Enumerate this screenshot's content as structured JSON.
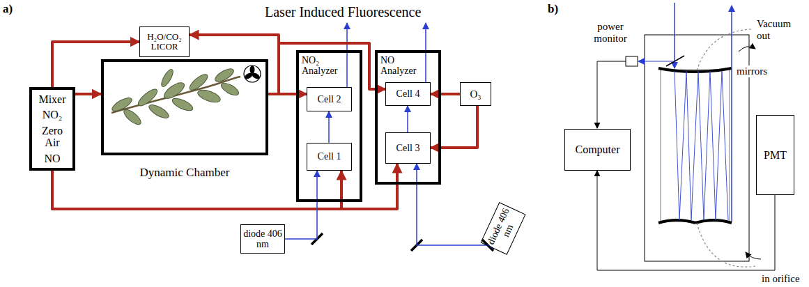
{
  "diagram": {
    "nodes": [
      {
        "text": [
          "Mixer",
          "NO₂",
          "Zero Air",
          "NO"
        ]
      },
      {
        "text": [
          "H₂O/CO₂ LICOR"
        ]
      },
      {
        "text": [
          "Dynamic Chamber"
        ]
      },
      {
        "text": [
          "NO₂ Analyzer"
        ]
      },
      {
        "text": [
          "Cell 2"
        ],
        "in": 3
      },
      {
        "text": [
          "Cell 1"
        ],
        "in": 3
      },
      {
        "text": [
          "NO Analyzer"
        ]
      },
      {
        "text": [
          "Cell 4"
        ],
        "in": 6
      },
      {
        "text": [
          "Cell 3"
        ],
        "in": 6
      },
      {
        "text": [
          "O₃"
        ]
      },
      {
        "text": [
          "diode 406 nm"
        ]
      },
      {
        "text": [
          "diode 406 nm"
        ]
      },
      {
        "text": [
          "Computer"
        ]
      },
      {
        "text": [
          "PMT"
        ]
      }
    ],
    "edges": [
      {
        "from": 0,
        "to": 2,
        "arrow": "to"
      },
      {
        "from": 0,
        "to": 1,
        "arrow": "to"
      },
      {
        "from": 2,
        "to": 1,
        "arrow": "to"
      },
      {
        "from": 2,
        "to": 4,
        "arrow": "to"
      },
      {
        "from": 2,
        "to": 7,
        "arrow": "to"
      },
      {
        "from": 0,
        "to": 5,
        "arrow": "to"
      },
      {
        "from": 0,
        "to": 8,
        "arrow": "to"
      },
      {
        "from": 9,
        "to": 7,
        "arrow": "to"
      },
      {
        "from": 9,
        "to": 8,
        "arrow": "to"
      },
      {
        "from": 5,
        "to": 4,
        "arrow": "to"
      },
      {
        "from": 8,
        "to": 7,
        "arrow": "to"
      },
      {
        "from": 10,
        "to": 5,
        "arrow": "to"
      },
      {
        "from": 11,
        "to": 8,
        "arrow": "to"
      },
      {
        "from": 13,
        "to": 12,
        "arrow": "to"
      }
    ],
    "labels": [
      "a)",
      "b)",
      "Laser Induced Fluorescence",
      "power monitor",
      "Vacuum out",
      "mirrors",
      "in orifice"
    ]
  }
}
